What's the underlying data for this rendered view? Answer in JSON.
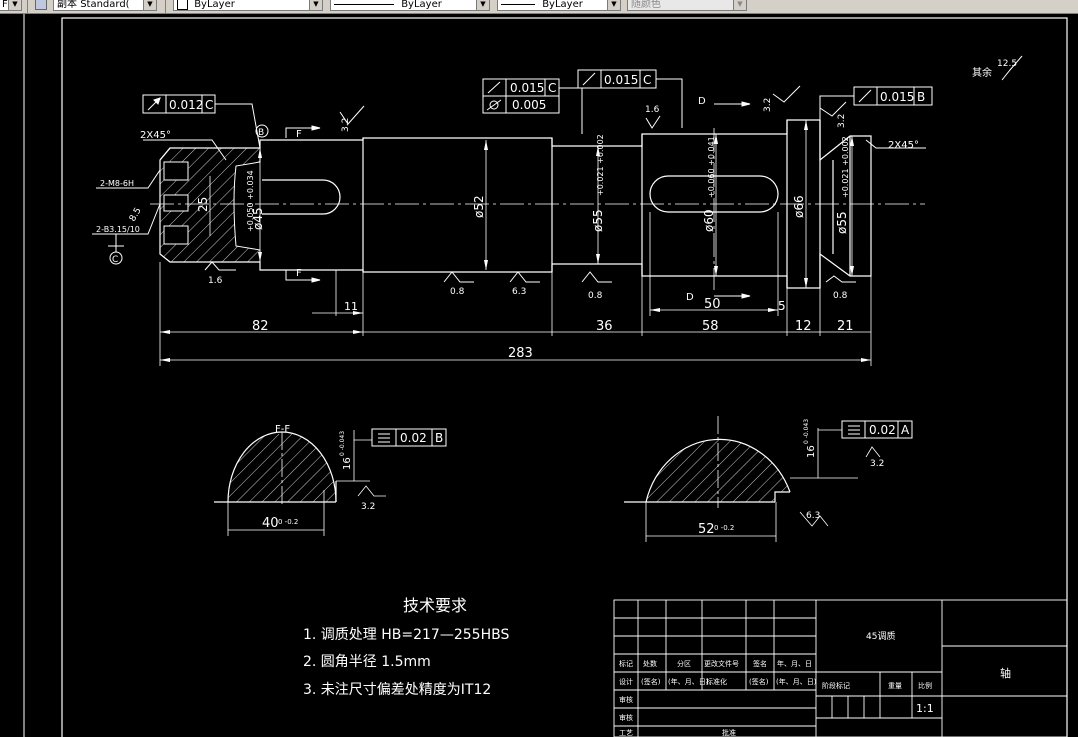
{
  "toolbar": {
    "left_fragment": "F",
    "dim_style_prefix": "副本",
    "dim_style_value": "Standard(",
    "layer_value": "ByLayer",
    "linetype_value": "ByLayer",
    "lineweight_value": "ByLayer",
    "color_value": "随颜色"
  },
  "drawing": {
    "fcf_top_left_tol": "0.012",
    "fcf_top_left_datum": "C",
    "fcf_mid_tol_1": "0.015",
    "fcf_mid_datum_1": "C",
    "fcf_mid_tol_2": "0.005",
    "fcf_mid2_tol": "0.015",
    "fcf_mid2_datum": "C",
    "fcf_right_tol": "0.015",
    "fcf_right_datum": "B",
    "fcf_ff_tol": "0.02",
    "fcf_ff_datum": "B",
    "fcf_dd_tol": "0.02",
    "fcf_dd_datum": "A",
    "rough_rest_label": "其余",
    "rough_rest_value": "12.5",
    "rough_32": "3.2",
    "rough_16": "1.6",
    "rough_08": "0.8",
    "rough_63": "6.3",
    "chamfer_label": "2X45°",
    "datum_B": "B",
    "datum_C": "C",
    "section_F": "F",
    "section_D": "D",
    "section_ff_title": "F-F",
    "thread_label_1": "2-M8-6H",
    "thread_label_2": "2-B3.15/10",
    "depth_label": "8.5",
    "dim_phi45": "ø45",
    "dim_phi45_tol": "+0.050 +0.034",
    "dim_25": "25",
    "dim_phi52": "ø52",
    "dim_phi55a": "ø55",
    "dim_phi55a_tol": "+0.021 +0.002",
    "dim_phi60": "ø60",
    "dim_phi60_tol": "+0.060 +0.041",
    "dim_phi66": "ø66",
    "dim_phi55b": "ø55",
    "dim_phi55b_tol": "+0.021 +0.002",
    "dim_82": "82",
    "dim_11": "11",
    "dim_36": "36",
    "dim_58": "58",
    "dim_50": "50",
    "dim_5": "5",
    "dim_12": "12",
    "dim_21": "21",
    "dim_283": "283",
    "dim_40": "40",
    "dim_40_tol": "0 -0.2",
    "dim_16": "16",
    "dim_16_tol": "0 -0.043",
    "dim_52b": "52",
    "dim_52b_tol": "0 -0.2",
    "dim_16b": "16",
    "dim_16b_tol": "0 -0.043"
  },
  "tech": {
    "title": "技术要求",
    "item1": "1. 调质处理 HB=217—255HBS",
    "item2": "2. 圆角半径  1.5mm",
    "item3": "3. 未注尺寸偏差处精度为IT12"
  },
  "titleblock": {
    "material": "45调质",
    "part_name": "轴",
    "hdr_mark": "标记",
    "hdr_count": "处数",
    "hdr_zone": "分区",
    "hdr_docno": "更改文件号",
    "hdr_sign": "签名",
    "hdr_date": "年、月、日",
    "row_design": "设计",
    "row_sign": "(签名)",
    "row_date": "(年、月、日)",
    "row_std": "标准化",
    "row_sign2": "(签名)",
    "row_date2": "(年、月、日)",
    "row_check": "审核",
    "row_review": "审核",
    "row_process": "工艺",
    "row_approve": "批准",
    "stage_mark": "阶段标记",
    "weight": "重量",
    "scale_label": "比例",
    "scale_value": "1:1"
  }
}
